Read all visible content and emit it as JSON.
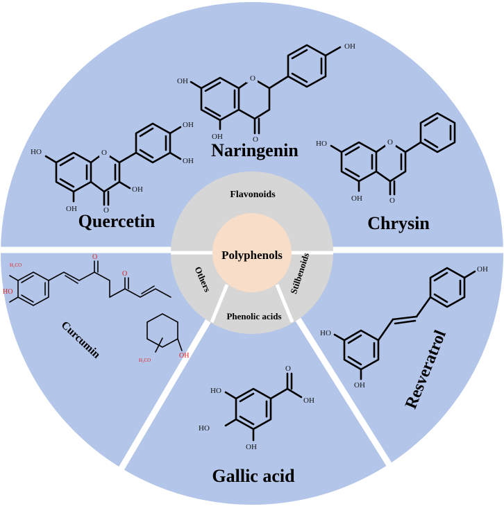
{
  "colors": {
    "sector": "#b3c5e8",
    "ring": "#d6d6d6",
    "center": "#f8ddc8",
    "separator": "#ffffff",
    "atom_text": "#111111",
    "atom_text_alt": "#e02020"
  },
  "center": {
    "label": "Polyphenols"
  },
  "ring_labels": {
    "flavonoids": "Flavonoids",
    "stilbenoids": "Stilbenoids",
    "phenolic_acids": "Phenolic acids",
    "others": "Others"
  },
  "compounds": {
    "naringenin": "Naringenin",
    "quercetin": "Quercetin",
    "chrysin": "Chrysin",
    "resveratrol": "Resveratrol",
    "gallic_acid": "Gallic acid",
    "curcumin": "Curcumin"
  },
  "atoms": {
    "ho": "HO",
    "oh": "OH",
    "o": "O",
    "h3co": "H₃CO"
  }
}
